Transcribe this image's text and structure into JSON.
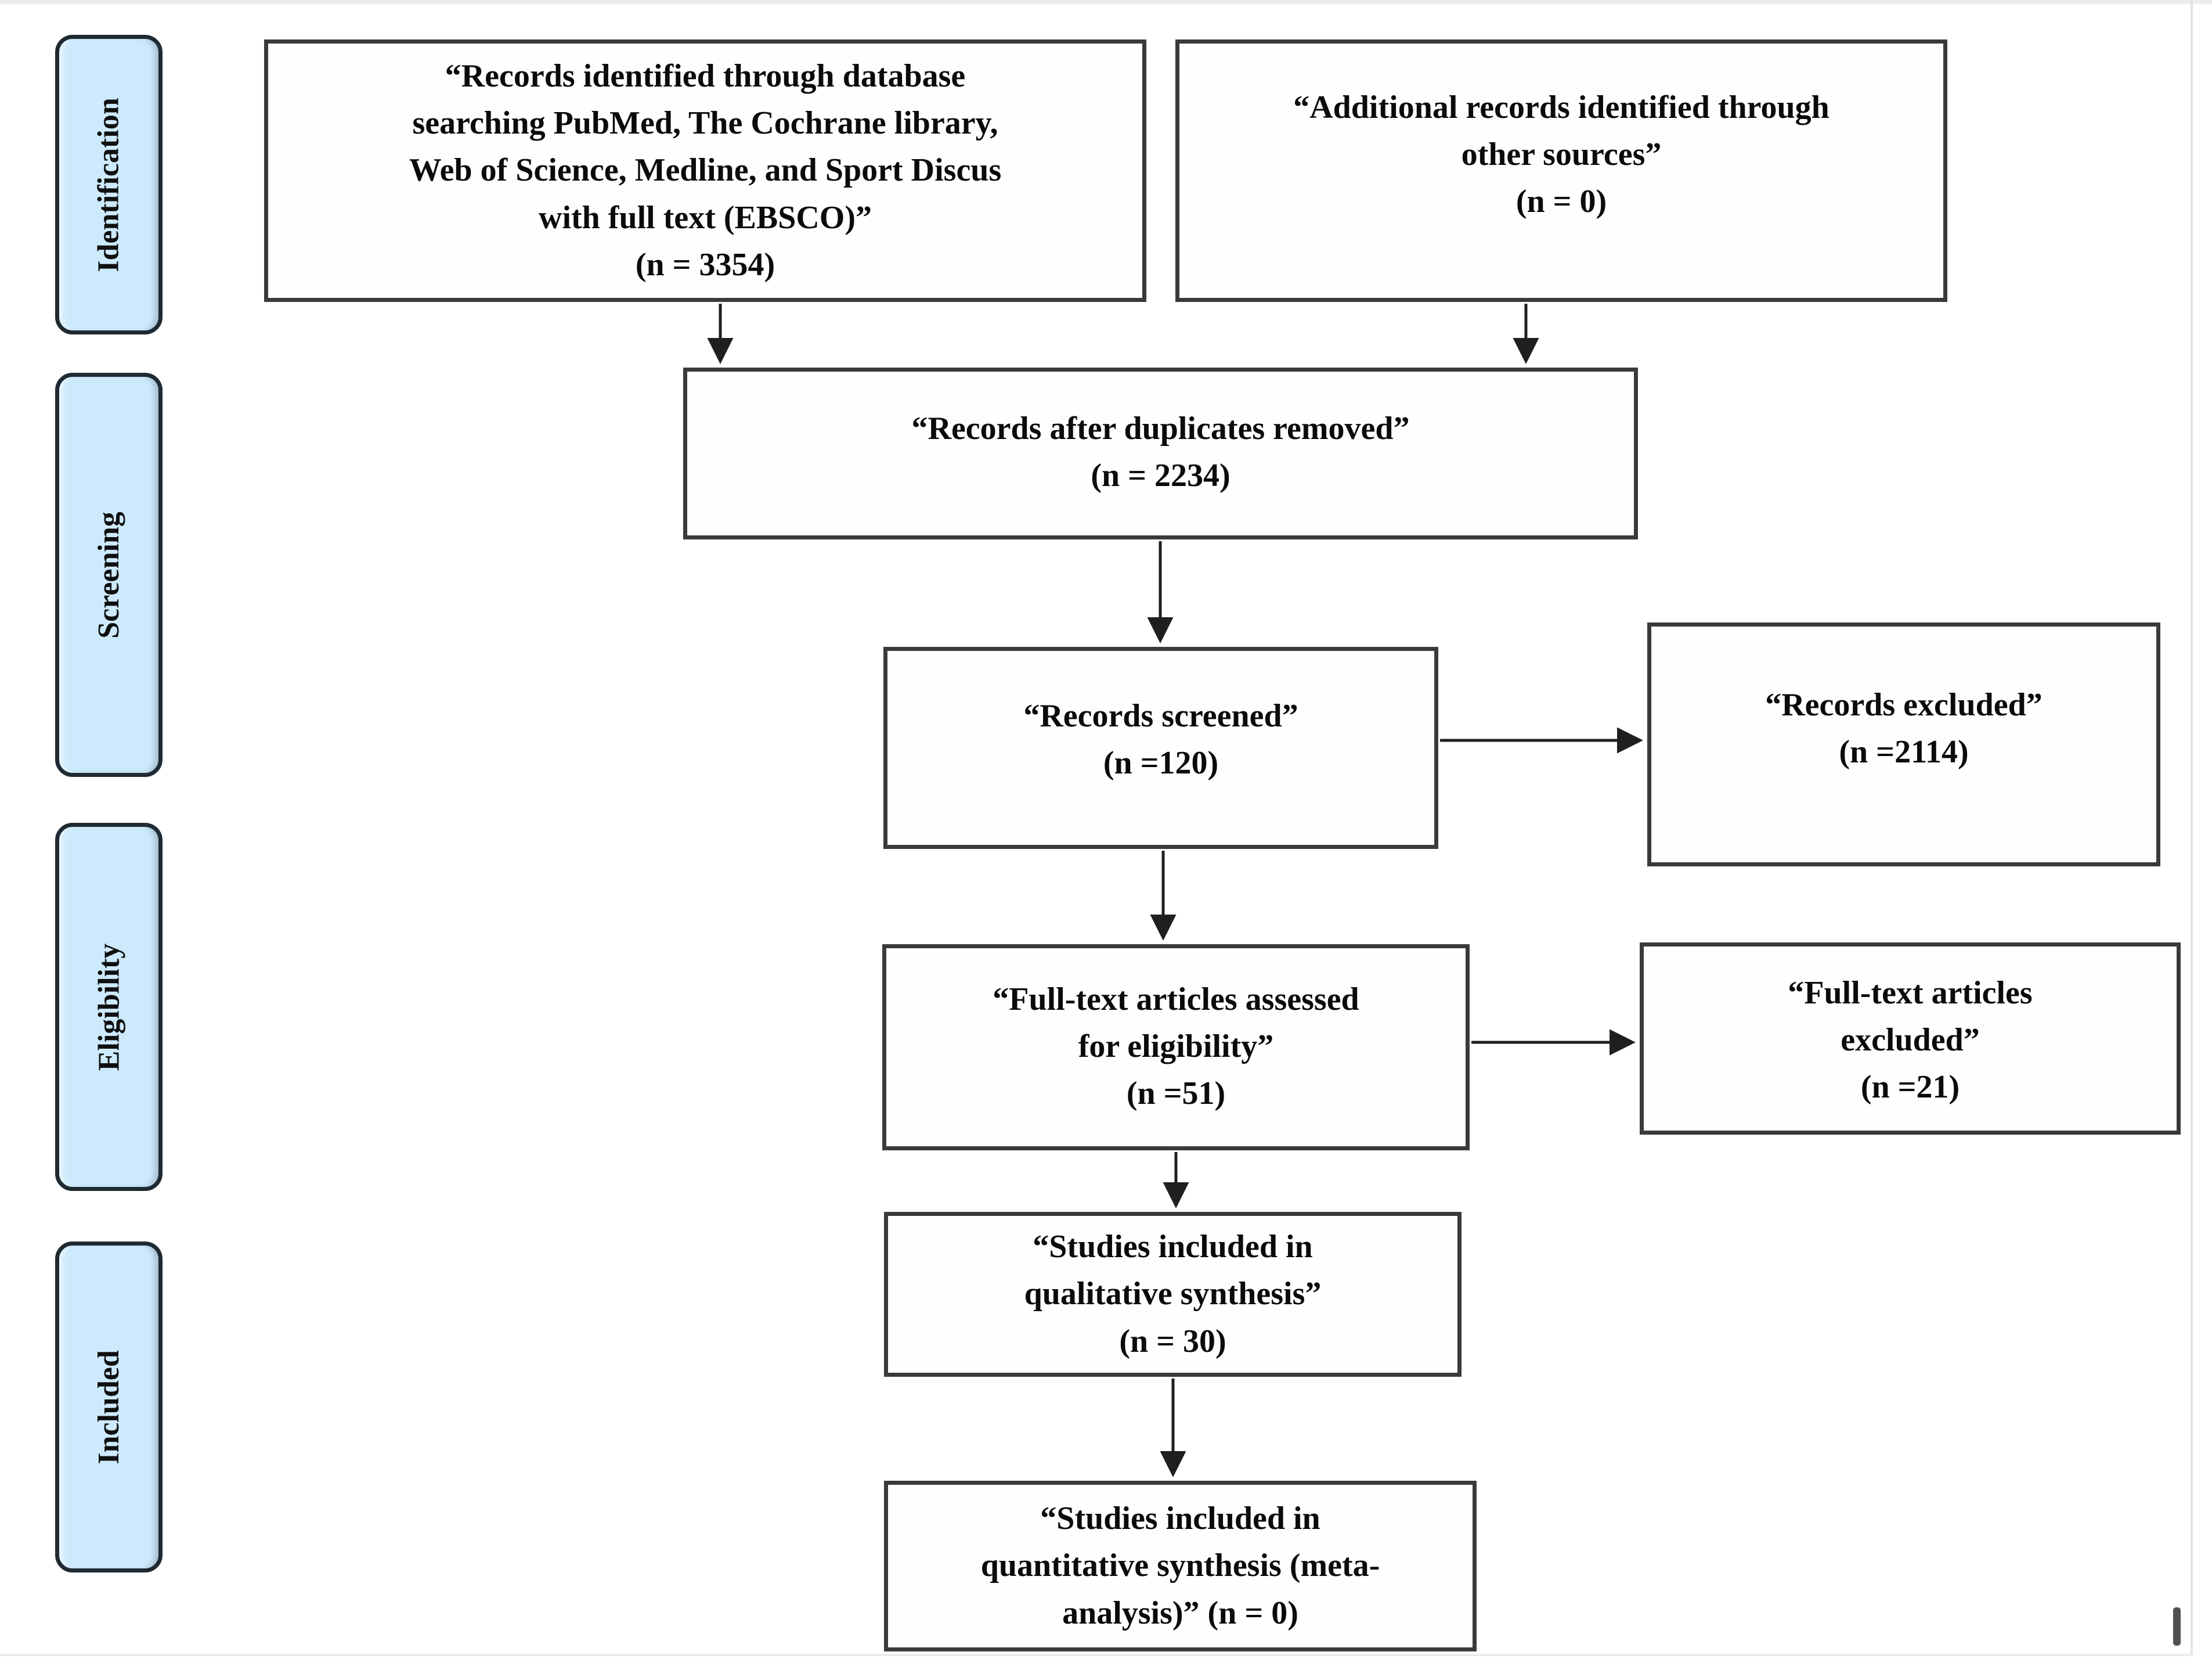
{
  "stages": [
    {
      "id": "identification",
      "label": "Identification"
    },
    {
      "id": "screening",
      "label": "Screening"
    },
    {
      "id": "eligibility",
      "label": "Eligibility"
    },
    {
      "id": "included",
      "label": "Included"
    }
  ],
  "boxes": [
    {
      "id": "records-identified",
      "n": 3354,
      "text": "“Records identified through database\nsearching PubMed, The Cochrane library,\nWeb of Science, Medline, and Sport Discus\nwith full text (EBSCO)”\n(n = 3354)"
    },
    {
      "id": "additional-records",
      "n": 0,
      "text": "“Additional records identified through\nother sources”\n(n = 0)"
    },
    {
      "id": "records-after-duplicates",
      "n": 2234,
      "text": "“Records after duplicates removed”\n(n = 2234)"
    },
    {
      "id": "records-screened",
      "n": 120,
      "text": "“Records screened”\n(n =120)"
    },
    {
      "id": "records-excluded",
      "n": 2114,
      "text": "“Records excluded”\n(n =2114)"
    },
    {
      "id": "full-text-assessed",
      "n": 51,
      "text": "“Full-text articles assessed\nfor eligibility”\n(n =51)"
    },
    {
      "id": "full-text-excluded",
      "n": 21,
      "text": "“Full-text articles\nexcluded”\n(n =21)"
    },
    {
      "id": "studies-qualitative",
      "n": 30,
      "text": "“Studies included in\nqualitative synthesis”\n(n = 30)"
    },
    {
      "id": "studies-quantitative",
      "n": 0,
      "text": "“Studies included in\nquantitative synthesis (meta-\nanalysis)” (n = 0)"
    }
  ],
  "edges": [
    {
      "from": "records-identified",
      "to": "records-after-duplicates"
    },
    {
      "from": "additional-records",
      "to": "records-after-duplicates"
    },
    {
      "from": "records-after-duplicates",
      "to": "records-screened"
    },
    {
      "from": "records-screened",
      "to": "records-excluded"
    },
    {
      "from": "records-screened",
      "to": "full-text-assessed"
    },
    {
      "from": "full-text-assessed",
      "to": "full-text-excluded"
    },
    {
      "from": "full-text-assessed",
      "to": "studies-qualitative"
    },
    {
      "from": "studies-qualitative",
      "to": "studies-quantitative"
    }
  ],
  "colors": {
    "stage_fill": "#cdeafc",
    "stage_border": "#1f2a33",
    "box_border": "#3a3a3a",
    "arrow": "#1f1f1f",
    "text": "#0b0b0b",
    "background": "#ffffff"
  }
}
